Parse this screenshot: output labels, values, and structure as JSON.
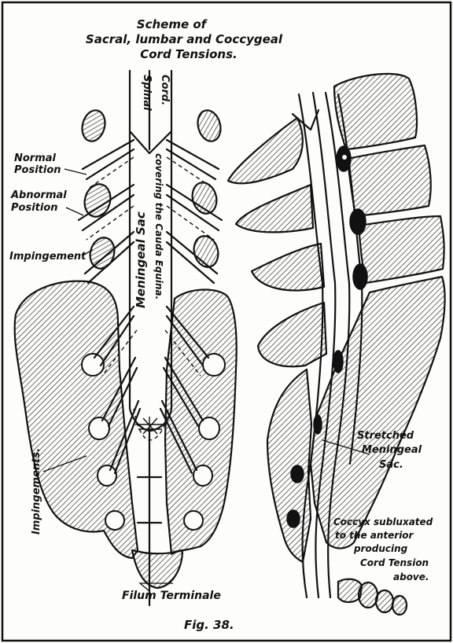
{
  "title": {
    "line1": "Scheme of",
    "line2": "Sacral, lumbar and Coccygeal",
    "line3": "Cord Tensions."
  },
  "labels": {
    "spinal": "Spinal",
    "cord": "Cord.",
    "meningeal_sac": "Meningeal Sac",
    "covering": "covering the Cauda Equina.",
    "normal_1": "Normal",
    "normal_2": "Position",
    "abnormal_1": "Abnormal",
    "abnormal_2": "Position",
    "impingement": "Impingement",
    "impingements": "Impingements.",
    "stretched_1": "Stretched",
    "stretched_2": "Meningeal",
    "stretched_3": "Sac.",
    "coccyx_1": "Coccyx subluxated",
    "coccyx_2": "to the anterior",
    "coccyx_3": "producing",
    "coccyx_4": "Cord Tension",
    "coccyx_5": "above.",
    "filum": "Filum Terminale"
  },
  "caption": "Fig. 38."
}
